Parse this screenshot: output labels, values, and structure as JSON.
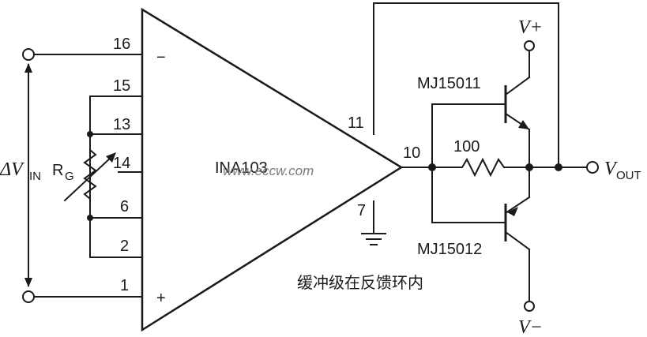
{
  "amplifier": {
    "name": "INA103",
    "minus_sign": "−",
    "plus_sign": "+"
  },
  "pins": {
    "p16": "16",
    "p15": "15",
    "p13": "13",
    "p14": "14",
    "p6": "6",
    "p2": "2",
    "p1": "1",
    "p11": "11",
    "p10": "10",
    "p7": "7"
  },
  "input": {
    "delta_v": "ΔV",
    "delta_v_sub": "IN",
    "rg": "R",
    "rg_sub": "G"
  },
  "transistors": {
    "upper": "MJ15011",
    "lower": "MJ15012"
  },
  "resistor": {
    "value": "100"
  },
  "supplies": {
    "vplus": "V+",
    "vminus": "V−"
  },
  "output": {
    "v": "V",
    "sub": "OUT"
  },
  "caption": "缓冲级在反馈环内",
  "watermark": "www.eccw.com"
}
